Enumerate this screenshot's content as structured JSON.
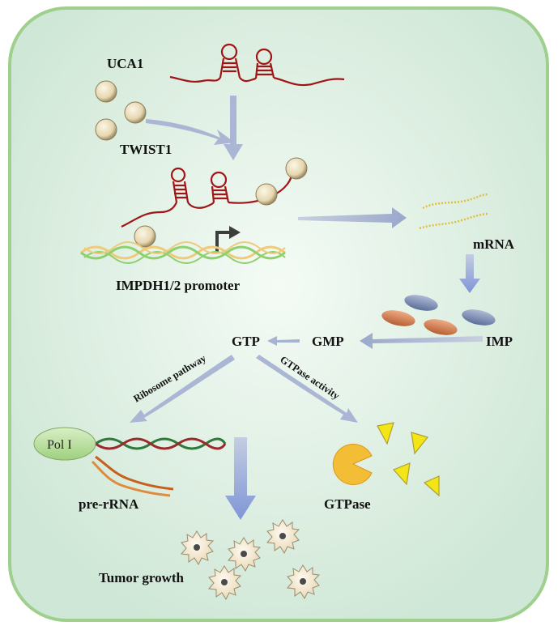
{
  "labels": {
    "uca1": "UCA1",
    "twist1": "TWIST1",
    "promoter": "IMPDH1/2 promoter",
    "mrna": "mRNA",
    "gtp": "GTP",
    "gmp": "GMP",
    "imp": "IMP",
    "ribosome_pathway": "Ribosome pathway",
    "gtpase_activity": "GTPase activity",
    "pol1": "Pol I",
    "pre_rrna": "pre-rRNA",
    "gtpase": "GTPase",
    "tumor_growth": "Tumor growth"
  },
  "colors": {
    "background_fill": "#dcefe2",
    "border": "#9fcf8c",
    "rna": "#a01515",
    "protein": "#ece1c1",
    "arrow": "#a6b3d1",
    "dna_yellow": "#f0c979",
    "dna_green": "#8ed06e",
    "pol1_fill": "#b7dd9a",
    "pacman": "#f4bd36",
    "triangle": "#f3e516",
    "ellipse_blue": "#7d8fb5",
    "ellipse_orange": "#d48259",
    "rrna_strand": "#c6601c",
    "mrna_strand": "#e2bf3c"
  }
}
